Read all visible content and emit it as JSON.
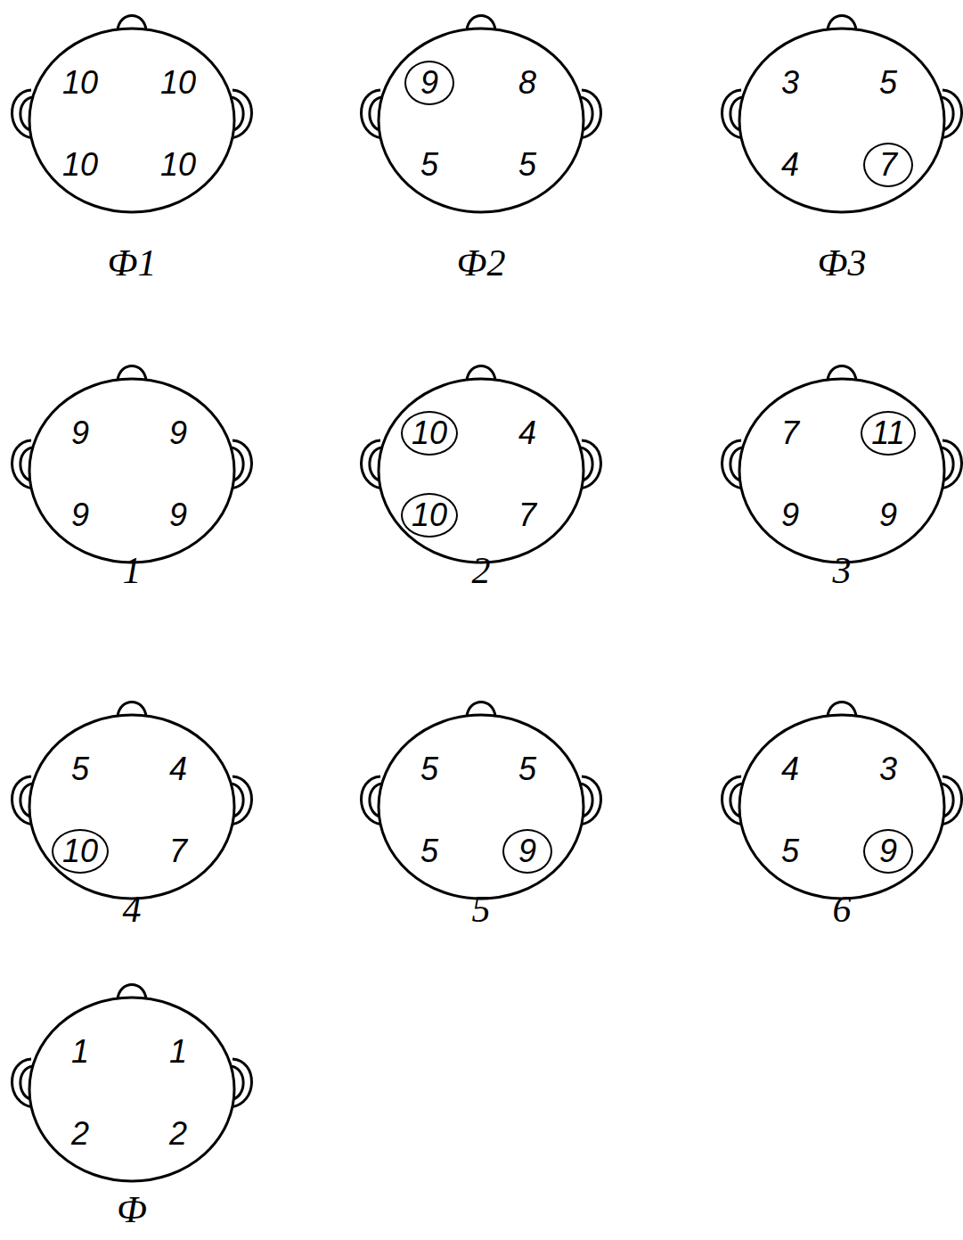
{
  "diagram": {
    "nodes": [
      {
        "text": [
          "Ф1",
          "10",
          "10",
          "10",
          "10"
        ]
      },
      {
        "text": [
          "Ф2",
          "8",
          "5",
          "5"
        ]
      },
      {
        "text": [
          "9"
        ],
        "in": 1
      },
      {
        "text": [
          "Ф3",
          "3",
          "5",
          "4"
        ]
      },
      {
        "text": [
          "7"
        ],
        "in": 3
      },
      {
        "text": [
          "1",
          "9",
          "9",
          "9",
          "9"
        ]
      },
      {
        "text": [
          "2",
          "4",
          "7"
        ]
      },
      {
        "text": [
          "10"
        ],
        "in": 6
      },
      {
        "text": [
          "10"
        ],
        "in": 6
      },
      {
        "text": [
          "3",
          "7",
          "9",
          "9"
        ]
      },
      {
        "text": [
          "11"
        ],
        "in": 9
      },
      {
        "text": [
          "4",
          "5",
          "4",
          "7"
        ]
      },
      {
        "text": [
          "10"
        ],
        "in": 11
      },
      {
        "text": [
          "5",
          "5",
          "5",
          "5"
        ]
      },
      {
        "text": [
          "9"
        ],
        "in": 13
      },
      {
        "text": [
          "6",
          "4",
          "3",
          "5"
        ]
      },
      {
        "text": [
          "9"
        ],
        "in": 15
      },
      {
        "text": [
          "Ф",
          "1",
          "1",
          "2",
          "2"
        ]
      }
    ]
  }
}
